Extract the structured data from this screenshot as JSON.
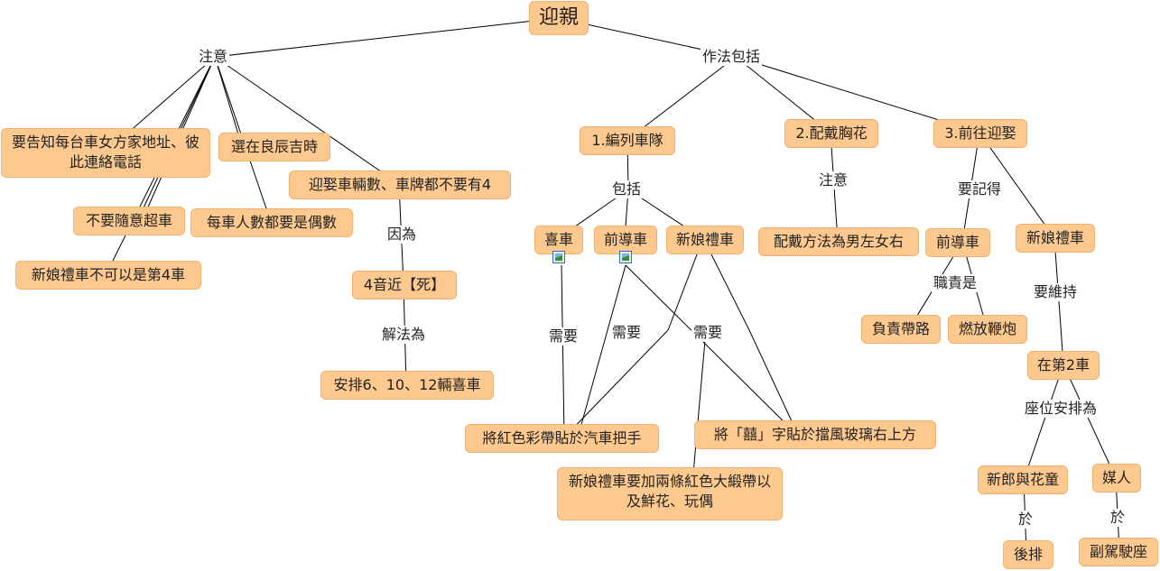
{
  "nodes": {
    "root": "迎親",
    "zhuyi": "注意",
    "zuofa": "作法包括",
    "n1": "要告知每台車女方家地址、彼此連絡電話",
    "n2": "選在良辰吉時",
    "n3": "不要隨意超車",
    "n4": "每車人數都要是偶數",
    "n5": "新娘禮車不可以是第4車",
    "n6": "迎娶車輛數、車牌都不要有4",
    "n7": "4音近【死】",
    "n8": "安排6、10、12輛喜車",
    "p1": "1.編列車隊",
    "p2": "2.配戴胸花",
    "p3": "3.前往迎娶",
    "xiche": "喜車",
    "qiandao1": "前導車",
    "xinniang1": "新娘禮車",
    "peidai": "配戴方法為男左女右",
    "qiandao2": "前導車",
    "xinniang2": "新娘禮車",
    "fuze": "負責帶路",
    "ranfang": "燃放鞭炮",
    "dier": "在第2車",
    "xinlang": "新郎與花童",
    "meiren": "媒人",
    "houpai": "後排",
    "fujia": "副駕駛座",
    "hongse": "將紅色彩帶貼於汽車把手",
    "xi": "將「囍」字貼於擋風玻璃右上方",
    "dadai": "新娘禮車要加兩條紅色大緞帶以及鮮花、玩偶"
  },
  "labels": {
    "yinwei": "因為",
    "jiefa": "解法為",
    "baokuo": "包括",
    "zhuyi2": "注意",
    "yaojide": "要記得",
    "zhize": "職責是",
    "yaoweichi": "要維持",
    "zuowei": "座位安排為",
    "yu1": "於",
    "yu2": "於",
    "xuyao1": "需要",
    "xuyao2": "需要",
    "xuyao3": "需要"
  },
  "icons": [
    "image-icon",
    "image-icon"
  ]
}
